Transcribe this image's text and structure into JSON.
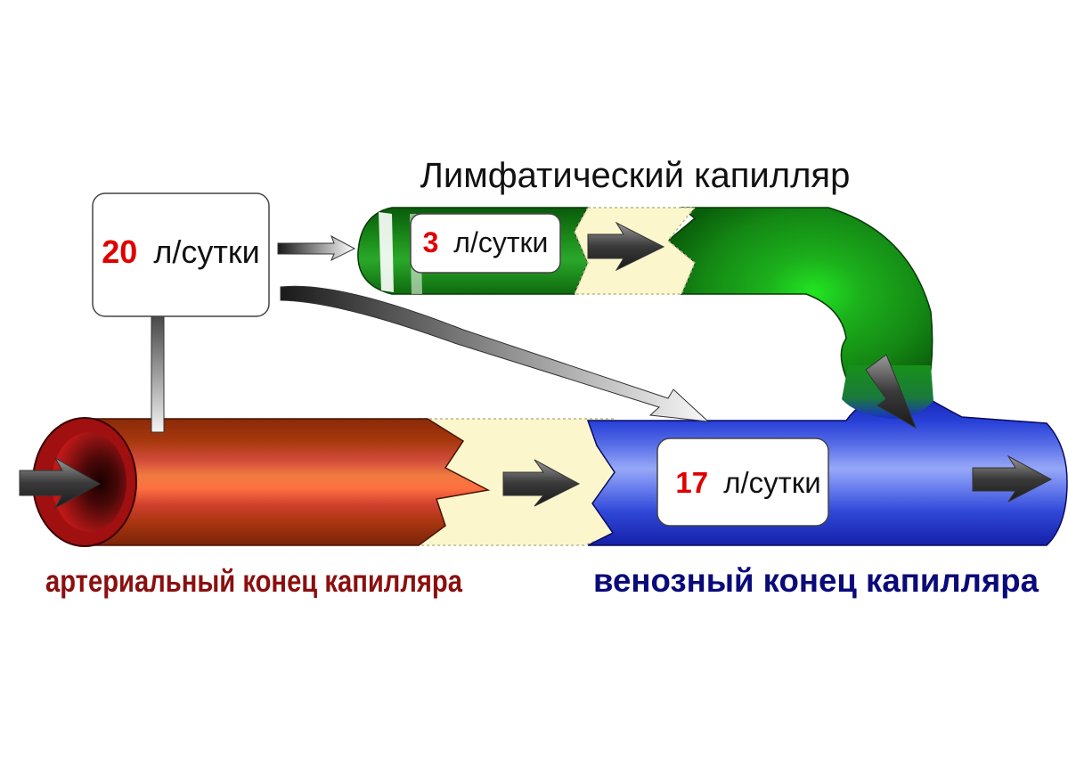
{
  "lymph_title": "Лимфатический капилляр",
  "filtration": {
    "value": "20",
    "unit": "л/сутки"
  },
  "lymph_flow": {
    "value": "3",
    "unit": "л/сутки"
  },
  "reabsorption": {
    "value": "17",
    "unit": "л/сутки"
  },
  "arterial_label": "артериальный конец капилляра",
  "venous_label": "венозный конец капилляра",
  "colors": {
    "value_red": "#e00000",
    "arterial_text": "#8b0f0f",
    "venous_text": "#0a0a7a",
    "arterial_tube": "#9a3a0a",
    "venous_tube": "#1a2ec8",
    "lymph_tube": "#1f8a1f",
    "interstitium": "#fbf6cc"
  }
}
